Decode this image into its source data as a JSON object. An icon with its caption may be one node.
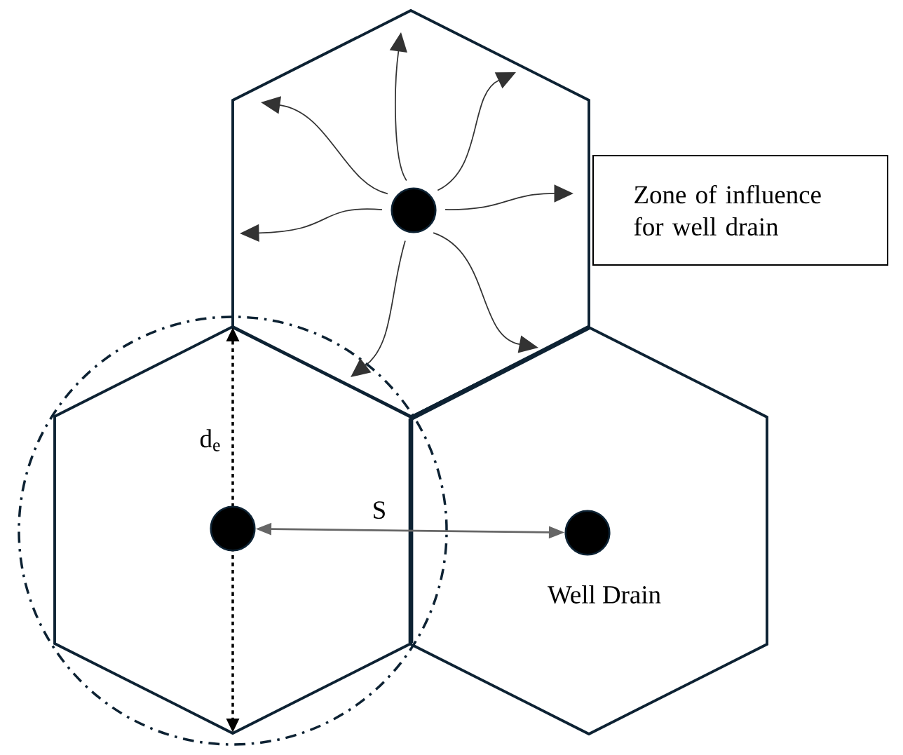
{
  "diagram": {
    "nodes": [
      {
        "text": [
          "Zone of influence for well drain"
        ]
      },
      {
        "text": [],
        "shape": "circle"
      },
      {
        "text": [],
        "shape": "circle"
      },
      {
        "text": [],
        "shape": "circle",
        "beside": [
          "Well Drain"
        ]
      }
    ],
    "edges": [
      {
        "from": 1,
        "to": null,
        "arrow": "to"
      },
      {
        "from": 1,
        "to": null,
        "arrow": "to"
      },
      {
        "from": 1,
        "to": null,
        "arrow": "to"
      },
      {
        "from": 1,
        "to": null,
        "arrow": "to"
      },
      {
        "from": 1,
        "to": null,
        "arrow": "to"
      },
      {
        "from": 1,
        "to": null,
        "arrow": "to"
      },
      {
        "from": 1,
        "to": null,
        "arrow": "to"
      },
      {
        "from": 2,
        "to": 3,
        "arrow": "both",
        "label": "S",
        "color": "#666666"
      }
    ],
    "labels": [
      "d$_{e}$"
    ]
  }
}
